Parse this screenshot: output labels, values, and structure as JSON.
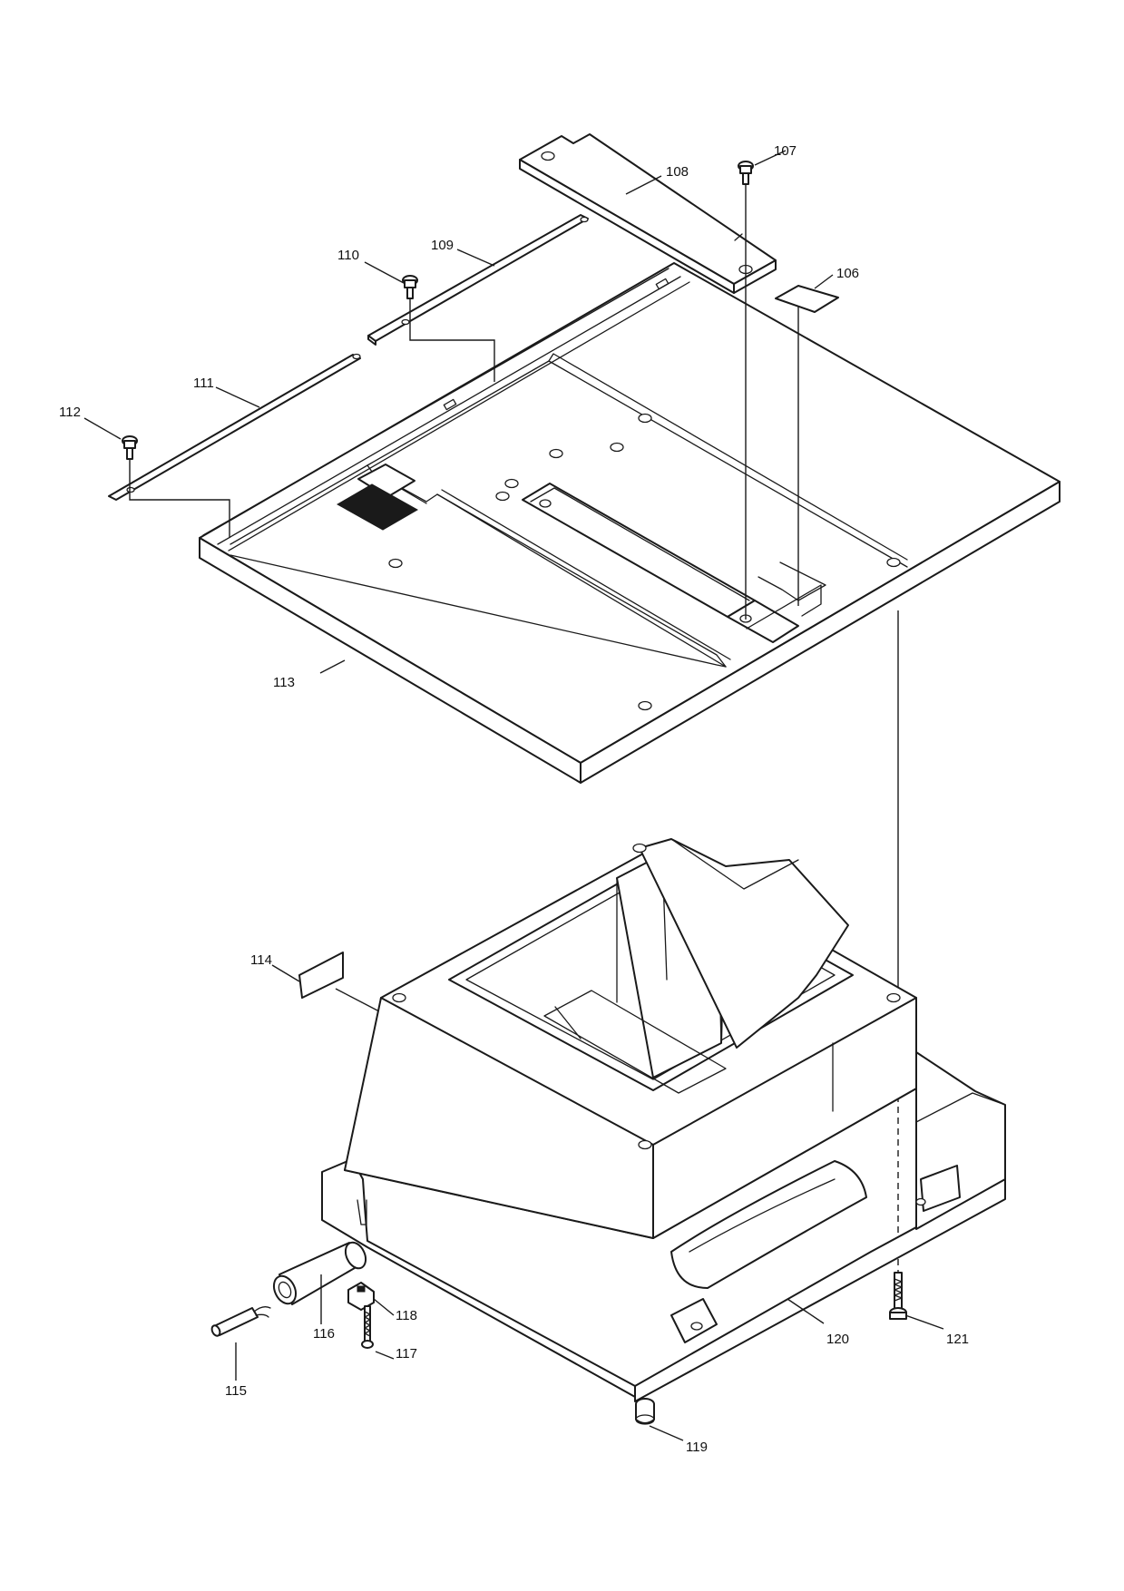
{
  "parts": [
    {
      "id": "p106",
      "number": "106"
    },
    {
      "id": "p107",
      "number": "107"
    },
    {
      "id": "p108",
      "number": "108"
    },
    {
      "id": "p109",
      "number": "109"
    },
    {
      "id": "p110",
      "number": "110"
    },
    {
      "id": "p111",
      "number": "111"
    },
    {
      "id": "p112",
      "number": "112"
    },
    {
      "id": "p113",
      "number": "113"
    },
    {
      "id": "p114",
      "number": "114"
    },
    {
      "id": "p115",
      "number": "115"
    },
    {
      "id": "p116",
      "number": "116"
    },
    {
      "id": "p117",
      "number": "117"
    },
    {
      "id": "p118",
      "number": "118"
    },
    {
      "id": "p119",
      "number": "119"
    },
    {
      "id": "p120",
      "number": "120"
    },
    {
      "id": "p121",
      "number": "121"
    }
  ]
}
